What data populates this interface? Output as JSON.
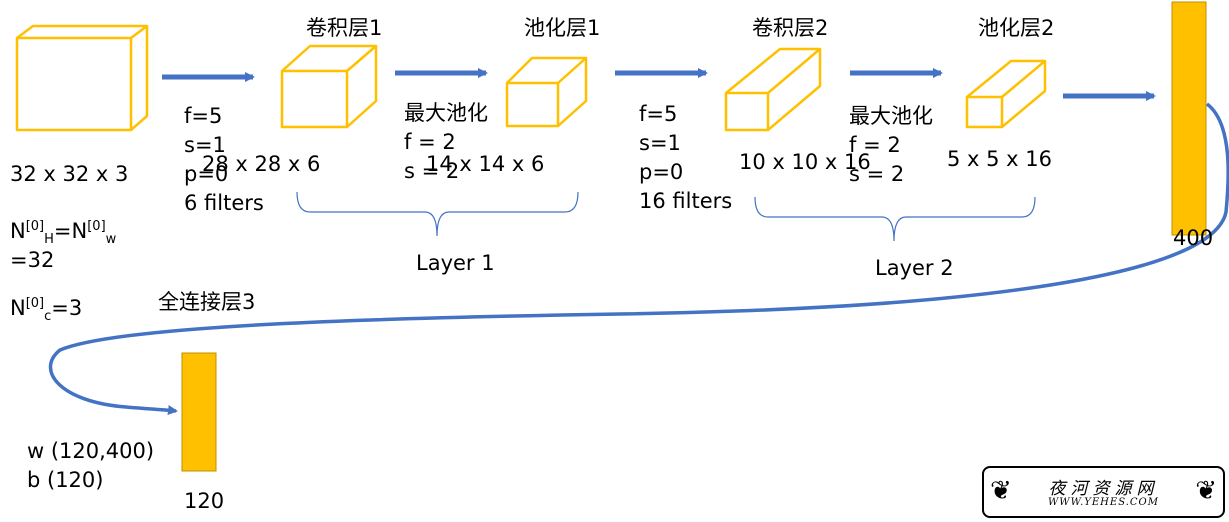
{
  "colors": {
    "accent": "#4472C4",
    "box_stroke": "#FFC000",
    "bar_fill": "#FFC000",
    "bar_stroke": "#BF9000",
    "text": "#000000"
  },
  "input": {
    "dims": "32 x 32 x 3",
    "n_hw": {
      "a": "N",
      "a_sup": "[0]",
      "a_sub": "H",
      "eq": "=N",
      "b_sup": "[0]",
      "b_sub": "w"
    },
    "n_hw_value": "=32",
    "n_c": {
      "a": "N",
      "a_sup": "[0]",
      "a_sub": "c",
      "value": "=3"
    }
  },
  "conv1": {
    "title": "卷积层1",
    "params": [
      "f=5",
      "s=1",
      "p=0",
      "6 filters"
    ],
    "output": "28 x 28 x 6"
  },
  "pool1": {
    "title": "池化层1",
    "params": [
      "最大池化",
      "f = 2",
      "s = 2"
    ],
    "output": "14 x 14 x 6"
  },
  "layer1_label": "Layer 1",
  "conv2": {
    "title": "卷积层2",
    "params": [
      "f=5",
      "s=1",
      "p=0",
      "16 filters"
    ],
    "output": "10 x 10 x 16"
  },
  "pool2": {
    "title": "池化层2",
    "params": [
      "最大池化",
      "f = 2",
      "s = 2"
    ],
    "output": "5 x 5 x 16"
  },
  "layer2_label": "Layer 2",
  "flatten": {
    "size": "400"
  },
  "fc3": {
    "title": "全连接层3",
    "params": [
      "w (120,400)",
      "b (120)"
    ],
    "size": "120"
  },
  "watermark": {
    "title": "夜河资源网",
    "url": "WWW.YEHES.COM",
    "ornament_left": "❦",
    "ornament_right": "❦"
  }
}
